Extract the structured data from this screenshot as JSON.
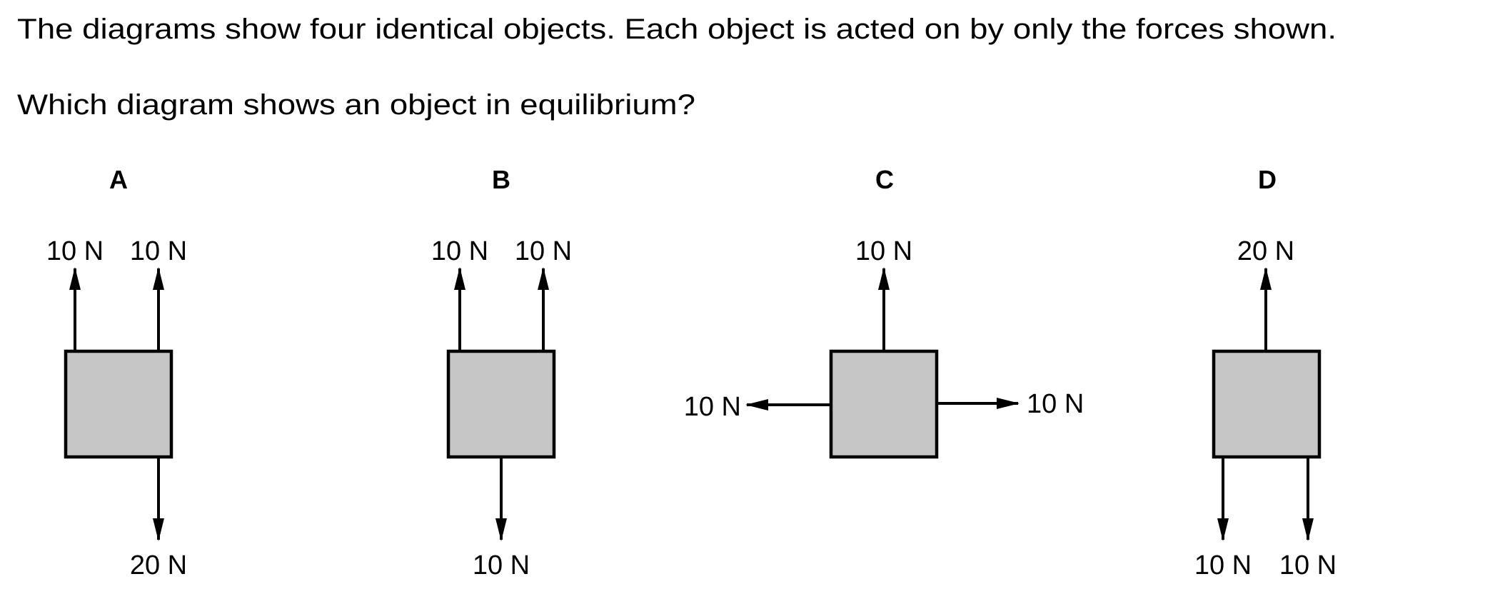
{
  "question": {
    "line1": "The diagrams show four identical objects. Each object is acted on by only the forces shown.",
    "line2": "Which diagram shows an object in equilibrium?"
  },
  "options": [
    {
      "letter": "A",
      "forces": {
        "up_left": "10 N",
        "up_right": "10 N",
        "down": "20 N"
      }
    },
    {
      "letter": "B",
      "forces": {
        "up_left": "10 N",
        "up_right": "10 N",
        "down": "10 N"
      }
    },
    {
      "letter": "C",
      "forces": {
        "up": "10 N",
        "left": "10 N",
        "right": "10 N"
      }
    },
    {
      "letter": "D",
      "forces": {
        "up": "20 N",
        "down_left": "10 N",
        "down_right": "10 N"
      }
    }
  ],
  "colors": {
    "object_fill": "#c6c6c6",
    "ink": "#000000"
  }
}
